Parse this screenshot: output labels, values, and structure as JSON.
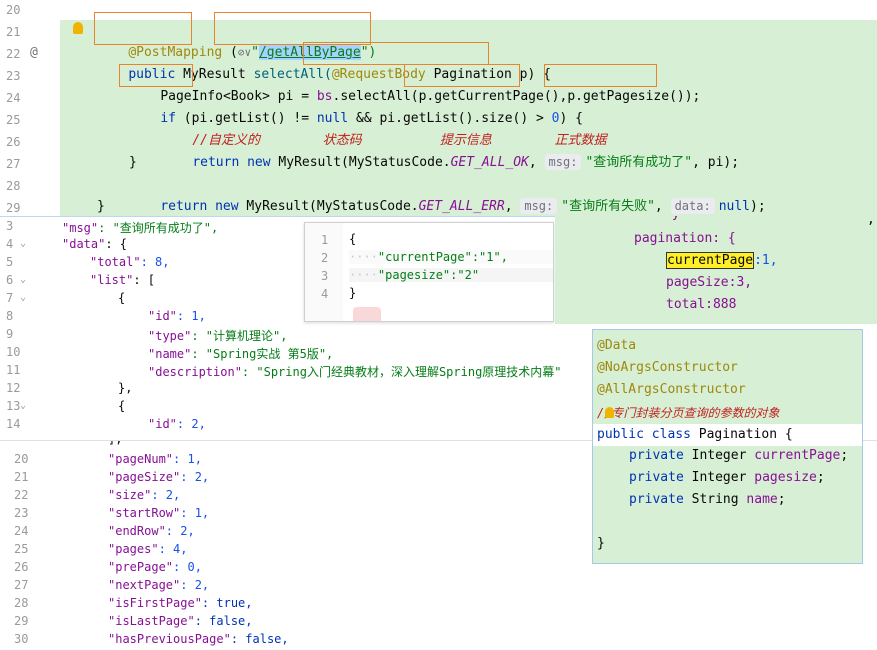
{
  "code_pane": {
    "line_numbers": [
      "20",
      "21",
      "22",
      "23",
      "24",
      "25",
      "26",
      "27",
      "28",
      "29"
    ],
    "gutter_at": "@",
    "lines": {
      "l21": {
        "annotation": "@PostMapping",
        "paren_open": " (",
        "route_icon": "⊘∨",
        "quote_open": "\"",
        "path": "/getAllByPage",
        "quote_close": "\")"
      },
      "l22": {
        "public": "public ",
        "type": "MyResult ",
        "method": "selectAll(",
        "anno": "@RequestBody",
        "param": " Pagination p) {"
      },
      "l23": {
        "type": "PageInfo",
        "generic": "<Book> pi = ",
        "bs": "bs",
        "call": ".selectAll(",
        "p1": "p.",
        "get1": "getCurrentPage",
        "mid": "(),",
        "p2": "p.",
        "get2": "getPagesize",
        "end": "());"
      },
      "l24": {
        "if": "if ",
        "cond": "(pi.getList() != ",
        "null": "null",
        "and": " && pi.getList().size() > ",
        "zero": "0",
        "end": ") {"
      },
      "l25": {
        "comment": "//自定义的        状态码          提示信息        正式数据"
      },
      "l26": {
        "return": "return ",
        "new": "new ",
        "ctor": "MyResult(MyStatusCode.",
        "const": "GET_ALL_OK",
        ",": ", ",
        "hint_msg": "msg:",
        "msg": "\"查询所有成功了\"",
        "end": ", pi);"
      },
      "l27": {
        "text": "}"
      },
      "l28": {
        "return": "return ",
        "new": "new ",
        "ctor": "MyResult(MyStatusCode.",
        "const": "GET_ALL_ERR",
        ",": ", ",
        "hint_msg": "msg:",
        "msg": "\"查询所有失败\"",
        "sep": ", ",
        "hint_data": "data:",
        "null": "null",
        "end": ");"
      },
      "l29": {
        "text": "}"
      }
    }
  },
  "json_pane": {
    "line_numbers": [
      "3",
      "4",
      "5",
      "6",
      "7",
      "8",
      "9",
      "10",
      "11",
      "12",
      "13",
      "14"
    ],
    "lines": [
      {
        "k": "\"msg\"",
        "v": ": \"查询所有成功了\","
      },
      {
        "k": "\"data\"",
        "v": ": {"
      },
      {
        "k": "\"total\"",
        "v": ": 8,"
      },
      {
        "k": "\"list\"",
        "v": ": ["
      },
      {
        "k": "",
        "v": "{"
      },
      {
        "k": "\"id\"",
        "v": ": 1,"
      },
      {
        "k": "\"type\"",
        "v": ": \"计算机理论\","
      },
      {
        "k": "\"name\"",
        "v": ": \"Spring实战 第5版\","
      },
      {
        "k": "\"description\"",
        "v": ": \"Spring入门经典教材，深入理解Spring原理技术内幕\""
      },
      {
        "k": "",
        "v": "},"
      },
      {
        "k": "",
        "v": "{"
      },
      {
        "k": "\"id\"",
        "v": ": 2,"
      }
    ]
  },
  "json_lower": {
    "line_numbers": [
      "20",
      "21",
      "22",
      "23",
      "24",
      "25",
      "26",
      "27",
      "28",
      "29",
      "30"
    ],
    "lines": [
      {
        "k": "\"pageNum\"",
        "v": ": 1,"
      },
      {
        "k": "\"pageSize\"",
        "v": ": 2,"
      },
      {
        "k": "\"size\"",
        "v": ": 2,"
      },
      {
        "k": "\"startRow\"",
        "v": ": 1,"
      },
      {
        "k": "\"endRow\"",
        "v": ": 2,"
      },
      {
        "k": "\"pages\"",
        "v": ": 4,"
      },
      {
        "k": "\"prePage\"",
        "v": ": 0,"
      },
      {
        "k": "\"nextPage\"",
        "v": ": 2,"
      },
      {
        "k": "\"isFirstPage\"",
        "v": ": true,"
      },
      {
        "k": "\"isLastPage\"",
        "v": ": false,"
      },
      {
        "k": "\"hasPreviousPage\"",
        "v": ": false,"
      }
    ]
  },
  "request_pane": {
    "line_numbers": [
      "1",
      "2",
      "3",
      "4"
    ],
    "lines": [
      "{",
      "\"currentPage\":\"1\",",
      "\"pagesize\":\"2\"",
      "}"
    ],
    "indent": "····"
  },
  "yaml_pane": {
    "pagination": "pagination: {",
    "current_key": "currentPage",
    "current_val": ":1,",
    "pagesize": "pageSize:3,",
    "total": "total:888",
    "top_fragment": "y",
    "right_fragment": ",,"
  },
  "class_pane": {
    "a1": "@Data",
    "a2": "@NoArgsConstructor",
    "a3": "@AllArgsConstructor",
    "comment": "//专门封装分页查询的参数的对象",
    "decl_public": "public ",
    "decl_class": "class ",
    "decl_name": "Pagination {",
    "f1_mod": "private ",
    "f1_type": "Integer ",
    "f1_name": "currentPage",
    "f2_name": "pagesize",
    "f3_type": "String ",
    "f3_name": "name",
    "close": "}"
  },
  "colors": {
    "code_bg": "#d7efd4",
    "selection": "#a6d2ff",
    "highlight_box": "#e8842b",
    "yellow_field": "#ffef28"
  }
}
